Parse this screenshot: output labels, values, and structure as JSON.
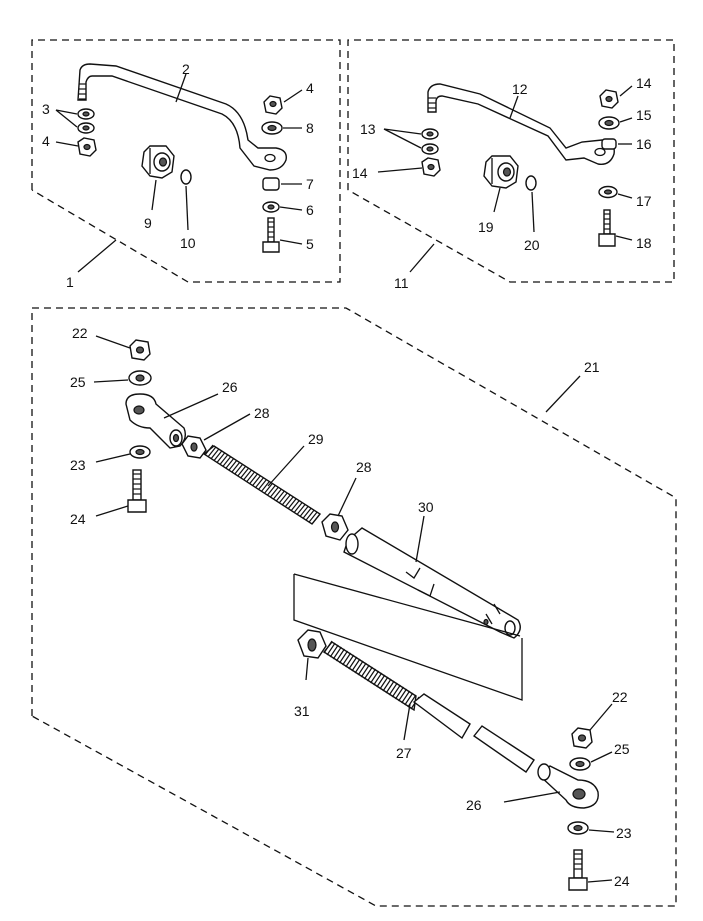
{
  "groups": {
    "top_left": {
      "label": "1"
    },
    "top_right": {
      "label": "11"
    },
    "bottom": {
      "label": "21"
    }
  },
  "callouts": {
    "top_left": [
      "2",
      "3",
      "4",
      "4",
      "8",
      "7",
      "6",
      "5",
      "9",
      "10"
    ],
    "top_right": [
      "12",
      "13",
      "14",
      "14",
      "15",
      "16",
      "17",
      "18",
      "19",
      "20"
    ],
    "bottom": [
      "22",
      "25",
      "26",
      "28",
      "29",
      "23",
      "24",
      "28",
      "30",
      "31",
      "27",
      "22",
      "25",
      "26",
      "23",
      "24"
    ]
  }
}
